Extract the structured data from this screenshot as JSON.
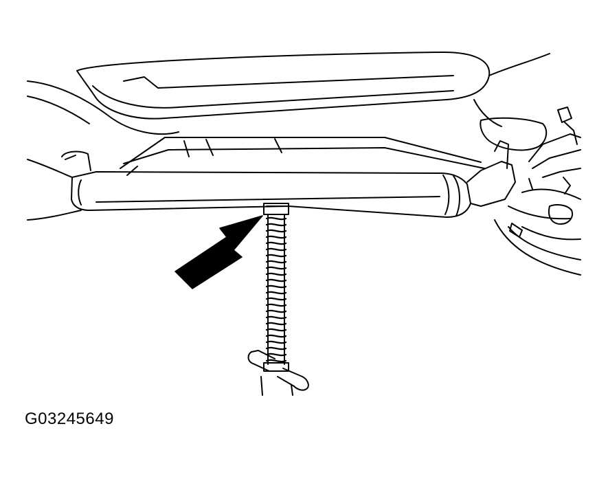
{
  "figure": {
    "code": "G03245649",
    "line_color": "#000000",
    "background_color": "#ffffff",
    "subject_icons": [
      "vehicle-underbody",
      "rear-suspension-arm",
      "screw-jack-stand",
      "pointer-arrow"
    ]
  }
}
